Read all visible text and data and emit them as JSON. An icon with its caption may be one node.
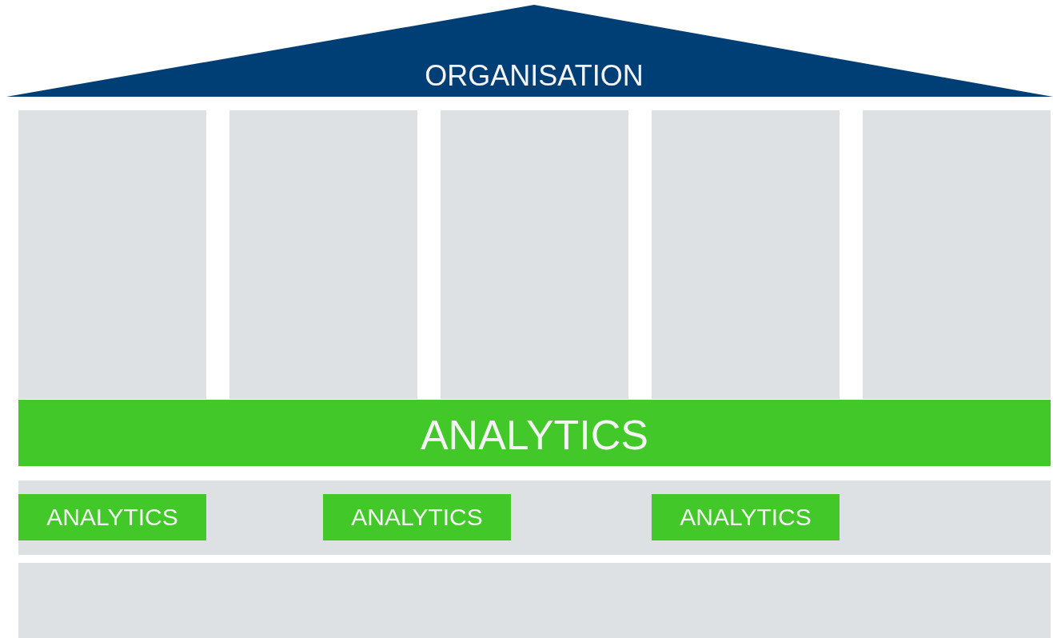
{
  "diagram": {
    "nodes": [
      {
        "text": [
          "ORGANISATION"
        ]
      },
      {
        "text": [],
        "shape": "box"
      },
      {
        "text": [],
        "shape": "box"
      },
      {
        "text": [],
        "shape": "box"
      },
      {
        "text": [],
        "shape": "box"
      },
      {
        "text": [],
        "shape": "box"
      },
      {
        "text": [
          "ANALYTICS"
        ]
      },
      {
        "text": [],
        "shape": "box"
      },
      {
        "text": [
          "ANALYTICS"
        ],
        "in": 7
      },
      {
        "text": [
          "ANALYTICS"
        ],
        "in": 7
      },
      {
        "text": [
          "ANALYTICS"
        ],
        "in": 7
      },
      {
        "text": [],
        "shape": "box"
      }
    ]
  }
}
